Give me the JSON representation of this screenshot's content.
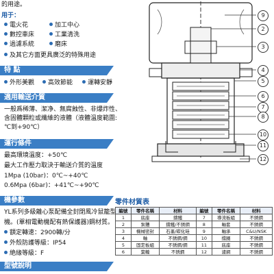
{
  "left": {
    "intro_tail": "的用途。",
    "apply_heading": "用于：",
    "apply_items": [
      [
        "電火花",
        "加工中心"
      ],
      [
        "數控車床",
        "工業清洗"
      ],
      [
        "過濾系統",
        "磨床"
      ]
    ],
    "apply_note": "及其它方面更具廣泛的特殊用途",
    "features_heading": "特  點",
    "features": [
      "外形美觀",
      "高效節能",
      "運轉安靜"
    ],
    "media_heading": "適用輸送介質",
    "media_lines": [
      "一般爲稀薄、潔净、無腐蝕性、非爆炸性、",
      "含固體顆粒或纖維的液體（液體溫度範圍:",
      "℃到+90℃）"
    ],
    "run_heading": "運行條件",
    "run_lines": [
      "最高環境溫度：+50℃",
      "最大工作壓力取決于輸送介質的溫度",
      "1Mpa (10bar)：0℃~+40℃",
      "0.6Mpa (6bar)：+41℃~+90℃"
    ],
    "motor_heading": "機參數",
    "motor_lines": [
      "YL系列多級離心泵配備全封閉風冷鼠籠型",
      "機。(單相電動機配有熱保護器)鋼材質。",
      "額定轉速：2900轉/分",
      "外殼防護等級：IP54",
      "絶緣等級：F"
    ],
    "model_heading": "型號說明"
  },
  "diagram": {
    "callouts": [
      "9",
      "2",
      "3",
      "4",
      "5",
      "6",
      "7",
      "8",
      "10",
      "11",
      "12"
    ]
  },
  "parts_table": {
    "title": "零件材質表",
    "headers": [
      "編號",
      "零件名稱",
      "材料",
      "編號",
      "零件名稱",
      "材料"
    ],
    "rows": [
      [
        "1",
        "底座",
        "鑄鐵",
        "7",
        "導流板組",
        "不銹鋼"
      ],
      [
        "2",
        "泵體",
        "鑄鐵/不銹鋼",
        "8",
        "軸套",
        "不銹鋼"
      ],
      [
        "3",
        "機械密封",
        "石墨/碳化硅",
        "9",
        "軸承",
        "C&U/NSK"
      ],
      [
        "4",
        "軸",
        "不銹鋼/鋼",
        "10",
        "擋圈",
        "不銹鋼"
      ],
      [
        "5",
        "固定板組",
        "不銹鋼/鋼",
        "11",
        "底座",
        "不銹鋼"
      ],
      [
        "6",
        "葉輪",
        "不銹鋼",
        "12",
        "濾網",
        "不銹鋼"
      ]
    ]
  },
  "colors": {
    "accent": "#3a7ec5",
    "bullet": "#2c6cb3",
    "title_blue": "#1f5da6"
  }
}
